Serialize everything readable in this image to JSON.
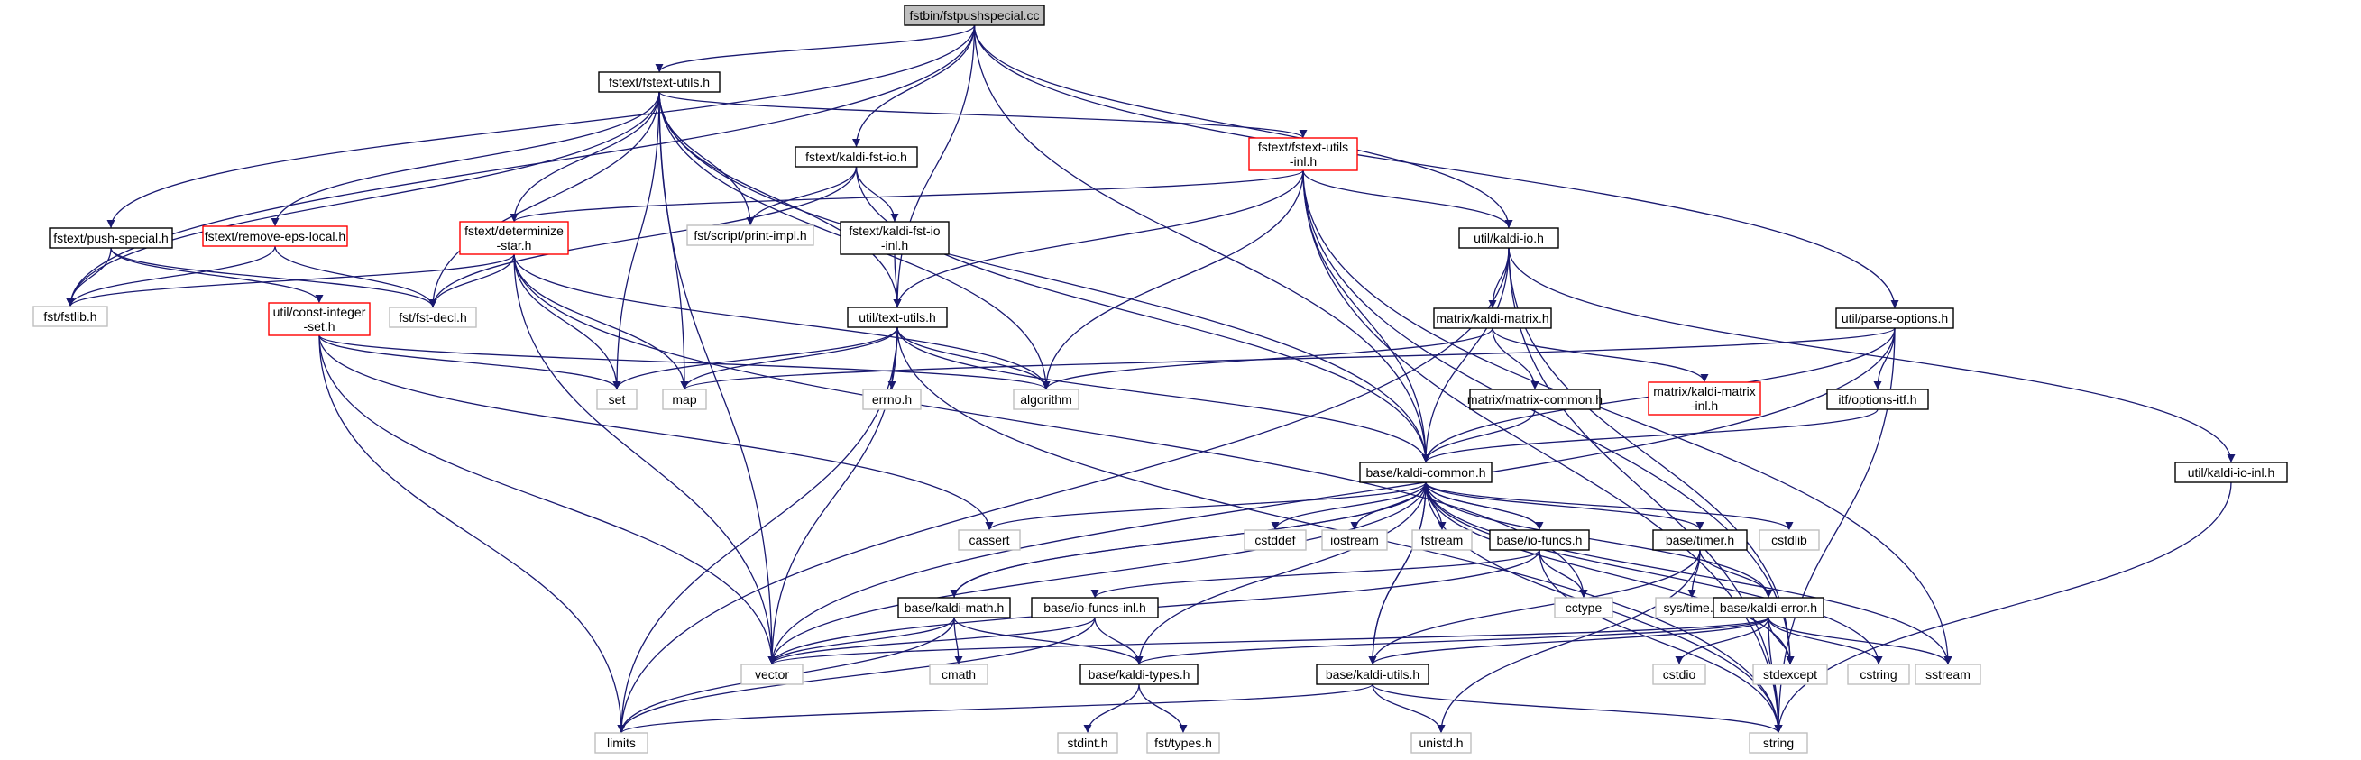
{
  "colors": {
    "edge": "#191970",
    "root_fill": "#bfbfbf",
    "border_documented": "#000000",
    "border_undocumented": "#bfbfbf",
    "border_truncated": "#ff0000",
    "text": "#000000"
  },
  "nodes": [
    {
      "id": "fstpushspecial",
      "label": [
        "fstbin/fstpushspecial.cc"
      ],
      "kind": "root"
    },
    {
      "id": "fstext_utils",
      "label": [
        "fstext/fstext-utils.h"
      ],
      "kind": "documented"
    },
    {
      "id": "kaldi_fst_io",
      "label": [
        "fstext/kaldi-fst-io.h"
      ],
      "kind": "documented"
    },
    {
      "id": "fstext_utils_inl",
      "label": [
        "fstext/fstext-utils",
        "-inl.h"
      ],
      "kind": "truncated"
    },
    {
      "id": "push_special",
      "label": [
        "fstext/push-special.h"
      ],
      "kind": "documented"
    },
    {
      "id": "remove_eps_local",
      "label": [
        "fstext/remove-eps-local.h"
      ],
      "kind": "truncated"
    },
    {
      "id": "determinize_star",
      "label": [
        "fstext/determinize",
        "-star.h"
      ],
      "kind": "truncated"
    },
    {
      "id": "print_impl",
      "label": [
        "fst/script/print-impl.h"
      ],
      "kind": "undocumented"
    },
    {
      "id": "kaldi_fst_io_inl",
      "label": [
        "fstext/kaldi-fst-io",
        "-inl.h"
      ],
      "kind": "documented"
    },
    {
      "id": "kaldi_io",
      "label": [
        "util/kaldi-io.h"
      ],
      "kind": "documented"
    },
    {
      "id": "fstlib",
      "label": [
        "fst/fstlib.h"
      ],
      "kind": "undocumented"
    },
    {
      "id": "fst_decl",
      "label": [
        "fst/fst-decl.h"
      ],
      "kind": "undocumented"
    },
    {
      "id": "const_integer_set",
      "label": [
        "util/const-integer",
        "-set.h"
      ],
      "kind": "truncated"
    },
    {
      "id": "text_utils",
      "label": [
        "util/text-utils.h"
      ],
      "kind": "documented"
    },
    {
      "id": "matrix_kaldi_matrix",
      "label": [
        "matrix/kaldi-matrix.h"
      ],
      "kind": "documented"
    },
    {
      "id": "parse_options",
      "label": [
        "util/parse-options.h"
      ],
      "kind": "documented"
    },
    {
      "id": "set",
      "label": [
        "set"
      ],
      "kind": "undocumented"
    },
    {
      "id": "map",
      "label": [
        "map"
      ],
      "kind": "undocumented"
    },
    {
      "id": "errno",
      "label": [
        "errno.h"
      ],
      "kind": "undocumented"
    },
    {
      "id": "algorithm",
      "label": [
        "algorithm"
      ],
      "kind": "undocumented"
    },
    {
      "id": "matrix_common",
      "label": [
        "matrix/matrix-common.h"
      ],
      "kind": "documented"
    },
    {
      "id": "kaldi_matrix_inl",
      "label": [
        "matrix/kaldi-matrix",
        "-inl.h"
      ],
      "kind": "truncated"
    },
    {
      "id": "options_itf",
      "label": [
        "itf/options-itf.h"
      ],
      "kind": "documented"
    },
    {
      "id": "kaldi_io_inl",
      "label": [
        "util/kaldi-io-inl.h"
      ],
      "kind": "documented"
    },
    {
      "id": "kaldi_common",
      "label": [
        "base/kaldi-common.h"
      ],
      "kind": "documented"
    },
    {
      "id": "cassert",
      "label": [
        "cassert"
      ],
      "kind": "undocumented"
    },
    {
      "id": "cstddef",
      "label": [
        "cstddef"
      ],
      "kind": "undocumented"
    },
    {
      "id": "iostream",
      "label": [
        "iostream"
      ],
      "kind": "undocumented"
    },
    {
      "id": "fstream",
      "label": [
        "fstream"
      ],
      "kind": "undocumented"
    },
    {
      "id": "io_funcs",
      "label": [
        "base/io-funcs.h"
      ],
      "kind": "documented"
    },
    {
      "id": "timer",
      "label": [
        "base/timer.h"
      ],
      "kind": "documented"
    },
    {
      "id": "cstdlib",
      "label": [
        "cstdlib"
      ],
      "kind": "undocumented"
    },
    {
      "id": "kaldi_math",
      "label": [
        "base/kaldi-math.h"
      ],
      "kind": "documented"
    },
    {
      "id": "io_funcs_inl",
      "label": [
        "base/io-funcs-inl.h"
      ],
      "kind": "documented"
    },
    {
      "id": "cctype",
      "label": [
        "cctype"
      ],
      "kind": "undocumented"
    },
    {
      "id": "sys_time",
      "label": [
        "sys/time.h"
      ],
      "kind": "undocumented"
    },
    {
      "id": "kaldi_error",
      "label": [
        "base/kaldi-error.h"
      ],
      "kind": "documented"
    },
    {
      "id": "vector",
      "label": [
        "vector"
      ],
      "kind": "undocumented"
    },
    {
      "id": "cmath",
      "label": [
        "cmath"
      ],
      "kind": "undocumented"
    },
    {
      "id": "kaldi_types",
      "label": [
        "base/kaldi-types.h"
      ],
      "kind": "documented"
    },
    {
      "id": "kaldi_utils",
      "label": [
        "base/kaldi-utils.h"
      ],
      "kind": "documented"
    },
    {
      "id": "cstdio",
      "label": [
        "cstdio"
      ],
      "kind": "undocumented"
    },
    {
      "id": "stdexcept",
      "label": [
        "stdexcept"
      ],
      "kind": "undocumented"
    },
    {
      "id": "cstring",
      "label": [
        "cstring"
      ],
      "kind": "undocumented"
    },
    {
      "id": "sstream",
      "label": [
        "sstream"
      ],
      "kind": "undocumented"
    },
    {
      "id": "limits",
      "label": [
        "limits"
      ],
      "kind": "undocumented"
    },
    {
      "id": "stdint",
      "label": [
        "stdint.h"
      ],
      "kind": "undocumented"
    },
    {
      "id": "fst_types",
      "label": [
        "fst/types.h"
      ],
      "kind": "undocumented"
    },
    {
      "id": "unistd",
      "label": [
        "unistd.h"
      ],
      "kind": "undocumented"
    },
    {
      "id": "string",
      "label": [
        "string"
      ],
      "kind": "undocumented"
    }
  ],
  "edges": [
    [
      "fstpushspecial",
      "fstext_utils"
    ],
    [
      "fstpushspecial",
      "kaldi_fst_io"
    ],
    [
      "fstpushspecial",
      "text_utils"
    ],
    [
      "fstpushspecial",
      "kaldi_io"
    ],
    [
      "fstpushspecial",
      "parse_options"
    ],
    [
      "fstpushspecial",
      "kaldi_common"
    ],
    [
      "fstpushspecial",
      "push_special"
    ],
    [
      "fstpushspecial",
      "fstlib"
    ],
    [
      "fstext_utils",
      "fstext_utils_inl"
    ],
    [
      "fstext_utils",
      "determinize_star"
    ],
    [
      "fstext_utils",
      "remove_eps_local"
    ],
    [
      "fstext_utils",
      "print_impl"
    ],
    [
      "fstext_utils",
      "fstlib"
    ],
    [
      "fstext_utils",
      "fst_decl"
    ],
    [
      "fstext_utils",
      "text_utils"
    ],
    [
      "fstext_utils",
      "set"
    ],
    [
      "fstext_utils",
      "map"
    ],
    [
      "fstext_utils",
      "algorithm"
    ],
    [
      "fstext_utils",
      "vector"
    ],
    [
      "fstext_utils",
      "kaldi_common"
    ],
    [
      "kaldi_fst_io",
      "kaldi_fst_io_inl"
    ],
    [
      "kaldi_fst_io",
      "print_impl"
    ],
    [
      "kaldi_fst_io",
      "fst_decl"
    ],
    [
      "kaldi_fst_io",
      "kaldi_common"
    ],
    [
      "kaldi_fst_io_inl",
      "text_utils"
    ],
    [
      "fstext_utils_inl",
      "determinize_star"
    ],
    [
      "fstext_utils_inl",
      "kaldi_io"
    ],
    [
      "fstext_utils_inl",
      "text_utils"
    ],
    [
      "fstext_utils_inl",
      "algorithm"
    ],
    [
      "fstext_utils_inl",
      "kaldi_common"
    ],
    [
      "fstext_utils_inl",
      "string"
    ],
    [
      "fstext_utils_inl",
      "sstream"
    ],
    [
      "fstext_utils_inl",
      "stdexcept"
    ],
    [
      "push_special",
      "fstlib"
    ],
    [
      "push_special",
      "fst_decl"
    ],
    [
      "push_special",
      "const_integer_set"
    ],
    [
      "remove_eps_local",
      "fstlib"
    ],
    [
      "remove_eps_local",
      "fst_decl"
    ],
    [
      "determinize_star",
      "fstlib"
    ],
    [
      "determinize_star",
      "fst_decl"
    ],
    [
      "determinize_star",
      "set"
    ],
    [
      "determinize_star",
      "map"
    ],
    [
      "determinize_star",
      "algorithm"
    ],
    [
      "determinize_star",
      "vector"
    ],
    [
      "determinize_star",
      "cctype"
    ],
    [
      "const_integer_set",
      "set"
    ],
    [
      "const_integer_set",
      "algorithm"
    ],
    [
      "const_integer_set",
      "vector"
    ],
    [
      "const_integer_set",
      "limits"
    ],
    [
      "const_integer_set",
      "cassert"
    ],
    [
      "kaldi_io",
      "matrix_kaldi_matrix"
    ],
    [
      "kaldi_io",
      "kaldi_common"
    ],
    [
      "kaldi_io",
      "kaldi_io_inl"
    ],
    [
      "kaldi_io",
      "limits"
    ],
    [
      "kaldi_io",
      "string"
    ],
    [
      "kaldi_io",
      "stdexcept"
    ],
    [
      "text_utils",
      "set"
    ],
    [
      "text_utils",
      "map"
    ],
    [
      "text_utils",
      "errno"
    ],
    [
      "text_utils",
      "algorithm"
    ],
    [
      "text_utils",
      "limits"
    ],
    [
      "text_utils",
      "vector"
    ],
    [
      "text_utils",
      "string"
    ],
    [
      "text_utils",
      "kaldi_common"
    ],
    [
      "matrix_kaldi_matrix",
      "matrix_common"
    ],
    [
      "matrix_kaldi_matrix",
      "kaldi_matrix_inl"
    ],
    [
      "matrix_kaldi_matrix",
      "algorithm"
    ],
    [
      "matrix_common",
      "kaldi_common"
    ],
    [
      "parse_options",
      "options_itf"
    ],
    [
      "parse_options",
      "map"
    ],
    [
      "parse_options",
      "vector"
    ],
    [
      "parse_options",
      "string"
    ],
    [
      "parse_options",
      "kaldi_common"
    ],
    [
      "options_itf",
      "kaldi_common"
    ],
    [
      "kaldi_io_inl",
      "string"
    ],
    [
      "kaldi_common",
      "cassert"
    ],
    [
      "kaldi_common",
      "cstddef"
    ],
    [
      "kaldi_common",
      "iostream"
    ],
    [
      "kaldi_common",
      "fstream"
    ],
    [
      "kaldi_common",
      "io_funcs"
    ],
    [
      "kaldi_common",
      "timer"
    ],
    [
      "kaldi_common",
      "cstdlib"
    ],
    [
      "kaldi_common",
      "kaldi_math"
    ],
    [
      "kaldi_common",
      "kaldi_error"
    ],
    [
      "kaldi_common",
      "kaldi_types"
    ],
    [
      "kaldi_common",
      "kaldi_utils"
    ],
    [
      "kaldi_common",
      "vector"
    ],
    [
      "kaldi_common",
      "stdexcept"
    ],
    [
      "kaldi_common",
      "cstring"
    ],
    [
      "kaldi_common",
      "sstream"
    ],
    [
      "kaldi_common",
      "string"
    ],
    [
      "io_funcs",
      "io_funcs_inl"
    ],
    [
      "io_funcs",
      "kaldi_common"
    ],
    [
      "io_funcs",
      "cctype"
    ],
    [
      "io_funcs",
      "vector"
    ],
    [
      "io_funcs",
      "string"
    ],
    [
      "io_funcs_inl",
      "kaldi_types"
    ],
    [
      "io_funcs_inl",
      "vector"
    ],
    [
      "io_funcs_inl",
      "limits"
    ],
    [
      "timer",
      "kaldi_error"
    ],
    [
      "timer",
      "kaldi_utils"
    ],
    [
      "timer",
      "sys_time"
    ],
    [
      "timer",
      "unistd"
    ],
    [
      "kaldi_math",
      "kaldi_common"
    ],
    [
      "kaldi_math",
      "kaldi_types"
    ],
    [
      "kaldi_math",
      "cmath"
    ],
    [
      "kaldi_math",
      "limits"
    ],
    [
      "kaldi_math",
      "vector"
    ],
    [
      "kaldi_error",
      "kaldi_types"
    ],
    [
      "kaldi_error",
      "kaldi_utils"
    ],
    [
      "kaldi_error",
      "cstdio"
    ],
    [
      "kaldi_error",
      "stdexcept"
    ],
    [
      "kaldi_error",
      "cstring"
    ],
    [
      "kaldi_error",
      "sstream"
    ],
    [
      "kaldi_error",
      "string"
    ],
    [
      "kaldi_error",
      "vector"
    ],
    [
      "kaldi_types",
      "stdint"
    ],
    [
      "kaldi_types",
      "fst_types"
    ],
    [
      "kaldi_utils",
      "kaldi_common"
    ],
    [
      "kaldi_utils",
      "limits"
    ],
    [
      "kaldi_utils",
      "string"
    ],
    [
      "kaldi_utils",
      "unistd"
    ]
  ]
}
